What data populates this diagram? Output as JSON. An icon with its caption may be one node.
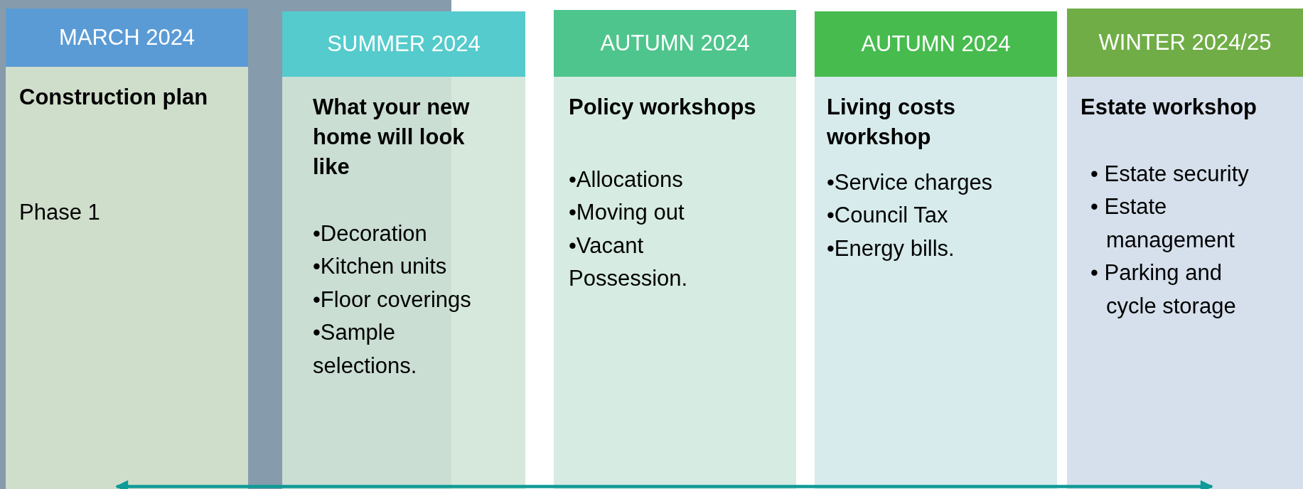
{
  "diagram": {
    "nodes": [
      {
        "text": [
          "MARCH 2024",
          "Construction plan",
          "Phase 1"
        ]
      },
      {
        "text": [
          "SUMMER 2024",
          "What your new home will look like",
          "•Decoration",
          "•Kitchen units",
          "•Floor coverings",
          "•Sample selections."
        ]
      },
      {
        "text": [
          "AUTUMN 2024",
          "Policy workshops",
          "•Allocations",
          "•Moving out",
          "•Vacant Possession."
        ]
      },
      {
        "text": [
          "AUTUMN 2024",
          "Living costs workshop",
          "•Service charges",
          "•Council Tax",
          "•Energy bills."
        ]
      },
      {
        "text": [
          "WINTER 2024/25",
          "Estate workshop",
          "• Estate security",
          "• Estate management",
          "• Parking and cycle storage"
        ]
      }
    ],
    "edges": [
      {
        "from": 0,
        "to": 4,
        "arrow": "both"
      }
    ]
  }
}
